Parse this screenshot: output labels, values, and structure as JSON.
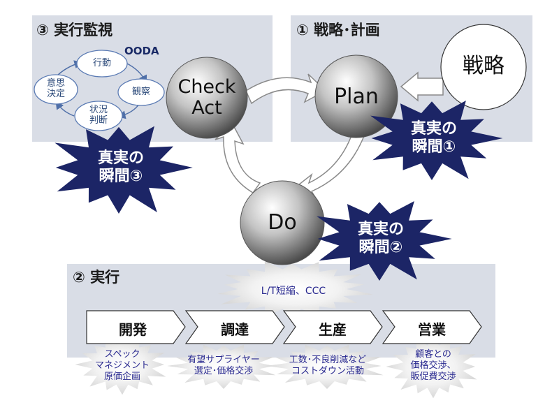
{
  "sections": {
    "monitoring_title": "③ 実行監視",
    "strategy_title": "① 戦略･計画",
    "execution_title": "② 実行"
  },
  "ooda": {
    "label": "OODA",
    "items": [
      "行動",
      "観察",
      "状況\n判断",
      "意思\n決定"
    ]
  },
  "balls": {
    "check_act": "Check\nAct",
    "plan": "Plan",
    "do": "Do",
    "strategy": "戦略"
  },
  "moments": {
    "m1": "真実の\n瞬間①",
    "m2": "真実の\n瞬間②",
    "m3": "真実の\n瞬間③"
  },
  "execution": {
    "banner": "L/T短縮、CCC",
    "steps": [
      {
        "label": "開発",
        "sub": "スペック\nマネジメント\n原価企画"
      },
      {
        "label": "調達",
        "sub": "有望サプライヤー\n選定･価格交渉"
      },
      {
        "label": "生産",
        "sub": "工数･不良削減など\nコストダウン活動"
      },
      {
        "label": "営業",
        "sub": "顧客との\n価格交渉、\n販促費交渉"
      }
    ]
  },
  "colors": {
    "panel": "#d9dde6",
    "star": "#1c2566",
    "text_blue": "#2a2a90",
    "cycle_blue": "#4f6fa8"
  }
}
